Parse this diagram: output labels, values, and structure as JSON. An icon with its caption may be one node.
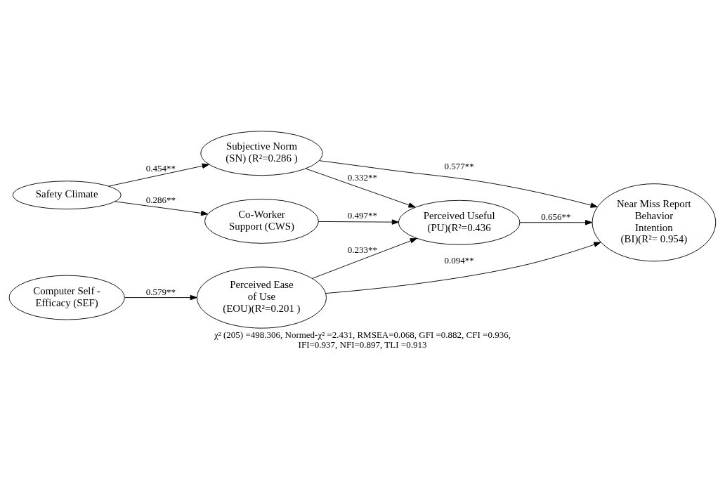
{
  "diagram": {
    "caption": "χ² (205) =498.306, Normed-χ² =2.431, RMSEA=0.068, GFI =0.882, CFI =0.936, IFI=0.937, NFI=0.897, TLI =0.913",
    "nodes": [
      {
        "text": [
          "Safety Climate"
        ]
      },
      {
        "text": [
          "Subjective Norm (SN) (R²=0.286 )"
        ]
      },
      {
        "text": [
          "Co-Worker Support (CWS)"
        ]
      },
      {
        "text": [
          "Perceived Useful (PU)(R²=0.436"
        ]
      },
      {
        "text": [
          "Near Miss Report Behavior Intention (BI)(R²= 0.954)"
        ]
      },
      {
        "text": [
          "Computer Self - Efficacy (SEF)"
        ]
      },
      {
        "text": [
          "Perceived Ease of Use (EOU)(R²=0.201 )"
        ]
      }
    ],
    "edges": [
      {
        "from": 0,
        "to": 1,
        "arrow": "to",
        "label": "0.454**"
      },
      {
        "from": 0,
        "to": 2,
        "arrow": "to",
        "label": "0.286**"
      },
      {
        "from": 1,
        "to": 3,
        "arrow": "to",
        "label": "0.332**"
      },
      {
        "from": 1,
        "to": 4,
        "arrow": "to",
        "label": "0.577**"
      },
      {
        "from": 2,
        "to": 3,
        "arrow": "to",
        "label": "0.497**"
      },
      {
        "from": 3,
        "to": 4,
        "arrow": "to",
        "label": "0.656**"
      },
      {
        "from": 5,
        "to": 6,
        "arrow": "to",
        "label": "0.579**"
      },
      {
        "from": 6,
        "to": 3,
        "arrow": "to",
        "label": "0.233**"
      },
      {
        "from": 6,
        "to": 4,
        "arrow": "to",
        "label": "0.094**"
      }
    ]
  }
}
